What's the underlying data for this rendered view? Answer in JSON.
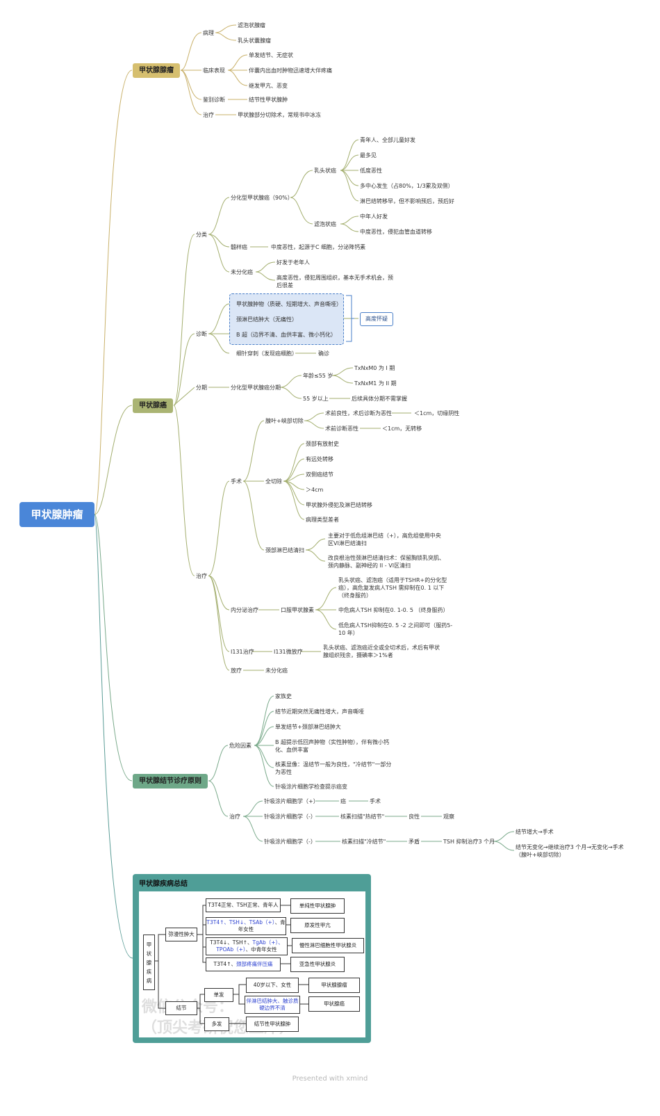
{
  "root": "甲状腺肿瘤",
  "b1": {
    "title": "甲状腺腺瘤",
    "pathology": "病理",
    "pathology_items": [
      "滤泡状腺瘤",
      "乳头状囊腺瘤"
    ],
    "clinical": "临床表现",
    "clinical_items": [
      "单发结节、无症状",
      "伴囊内出血时肿物迅速增大伴疼痛",
      "继发甲亢、恶变"
    ],
    "diff": "鉴别诊断",
    "diff_item": "结节性甲状腺肿",
    "treat": "治疗",
    "treat_item": "甲状腺部分切除术，常规书中冰冻"
  },
  "b2": {
    "title": "甲状腺癌",
    "class": "分类",
    "diff_type": "分化型甲状腺癌（90%）",
    "papillary": "乳头状癌",
    "papillary_items": [
      "青年人、全部儿童好发",
      "最多见",
      "低度恶性",
      "多中心发生（占80%，1/3累及双侧）",
      "淋巴结转移早，但不影响预后，预后好"
    ],
    "follicular": "滤泡状癌",
    "follicular_items": [
      "中年人好发",
      "中度恶性，侵犯血管血道转移"
    ],
    "medullary": "髓样癌",
    "medullary_item": "中度恶性，起源于C 细胞，分泌降钙素",
    "undiff": "未分化癌",
    "undiff_items": [
      "好发于老年人",
      "高度恶性，侵犯周围组织，基本无手术机会，预后很差"
    ],
    "diag": "诊断",
    "diag_items": [
      "甲状腺肿物（质硬、短期增大、声音嘶哑）",
      "颈淋巴结肿大（无痛性）",
      "B 超（边界不清、血供丰富、微小钙化）"
    ],
    "diag_susp": "高度怀疑",
    "fna": "细针穿刺（发现癌细胞）",
    "fna_result": "确诊",
    "stage": "分期",
    "stage_type": "分化型甲状腺癌分期",
    "age_le55": "年龄≤55 岁",
    "age_le55_items": [
      "TxNxM0 为 I 期",
      "TxNxM1 为 II 期"
    ],
    "age_gt55": "55 岁以上",
    "age_gt55_item": "后续具体分期不需掌握",
    "treat": "治疗",
    "surgery": "手术",
    "lobe": "腺叶+峡部切除",
    "lobe_items": [
      "术前良性，术后诊断为恶性",
      "术前诊断恶性"
    ],
    "lobe_results": [
      "＜1cm，切缘阴性",
      "＜1cm，无转移"
    ],
    "total": "全切除",
    "total_items": [
      "颈部有放射史",
      "有远处转移",
      "双侧癌结节",
      "＞4cm",
      "甲状腺外侵犯及淋巴结转移",
      "病理类型差者"
    ],
    "neck": "颈部淋巴结清扫",
    "neck_items": [
      "主要对于低危组淋巴结（+），高危组使用中央区VI淋巴结清扫",
      "改良根治性颈淋巴结清扫术：保留胸锁乳突肌、颈内静脉、副神经的 II - VI区清扫"
    ],
    "endo": "内分泌治疗",
    "oral": "口服甲状腺素",
    "oral_items": [
      "乳头状癌、滤泡癌（适用于TSHR+的分化型癌），高危复发病人TSH 需抑制在0. 1 以下（终身服药）",
      "中危病人TSH 抑制在0. 1-0. 5 （终身服药）",
      "低危病人TSH抑制在0. 5 -2 之间即可（服药5-10 年）"
    ],
    "i131": "I131治疗",
    "i131_sub": "I131微放疗",
    "i131_item": "乳头状癌、滤泡癌近全或全切术后，术后有甲状腺组织残余，摄碘率＞1%者",
    "radio": "放疗",
    "radio_item": "未分化癌"
  },
  "b3": {
    "title": "甲状腺结节诊疗原则",
    "risk": "危险因素",
    "risk_items": [
      "家族史",
      "结节近期突然无痛性增大，声音嘶哑",
      "单发结节+颈部淋巴结肿大",
      "B 超提示低回声肿物（实性肿物），伴有微小钙化、血供丰富",
      "核素显像：温结节一般为良性，\"冷结节\"一部分为恶性",
      "针吸涂片细胞学检查提示癌变"
    ],
    "treat": "治疗",
    "fna_pos": "针吸涂片细胞学（+）",
    "cancer": "癌",
    "surgery": "手术",
    "fna_neg": "针吸涂片细胞学（-）",
    "hot": "核素扫描\"热结节\"",
    "benign": "良性",
    "observe": "观察",
    "cold": "核素扫描\"冷结节\"",
    "contra": "矛盾",
    "tsh": "TSH 抑制治疗3 个月",
    "tsh_items": [
      "结节增大→手术",
      "结节无变化→继续治疗3 个月→无变化→手术（腺叶+峡部切除）"
    ]
  },
  "summary": {
    "title": "甲状腺疾病总结",
    "root": "甲状腺疾病",
    "diffuse": "弥漫性肿大",
    "rows": [
      {
        "label_a": "T3T4正常、TSH正常、青年人",
        "label_b": "",
        "label_c": "",
        "result": "单纯性甲状腺肿"
      },
      {
        "label_a": "T3T4↑、TSH↓、TSAb（+）",
        "label_b": "、青年女性",
        "label_c": "",
        "result": "原发性甲亢"
      },
      {
        "label_a": "T3T4↓、TSH↑、",
        "label_b": "TgAb（+）、TPOAb（+）",
        "label_c": "、中青年女性",
        "result": "慢性淋巴细胞性甲状腺炎"
      },
      {
        "label_a": "T3T4↑、",
        "label_b": "颈部疼痛伴压痛",
        "label_c": "",
        "result": "亚急性甲状腺炎"
      }
    ],
    "nodule": "结节",
    "single": "单发",
    "single_rows": [
      {
        "label": "40岁以下、女性",
        "result": "甲状腺腺瘤"
      },
      {
        "label": "伴淋巴结肿大、触诊质硬边界不清",
        "result": "甲状腺癌"
      }
    ],
    "multi": "多发",
    "multi_label": "结节性甲状腺肿",
    "watermark": [
      "微信公众号：",
      "（顶尖考研祝您上岸）"
    ]
  },
  "footer": "Presented with xmind",
  "colors": {
    "root": "#4a86d8",
    "b1": "#d6bf6f",
    "b2": "#aab473",
    "b3": "#6ea888",
    "b4": "#4f9e97",
    "line1": "#c9b16a",
    "line2": "#a3ae6e",
    "line3": "#79a98a",
    "line4": "#5a9c96"
  }
}
